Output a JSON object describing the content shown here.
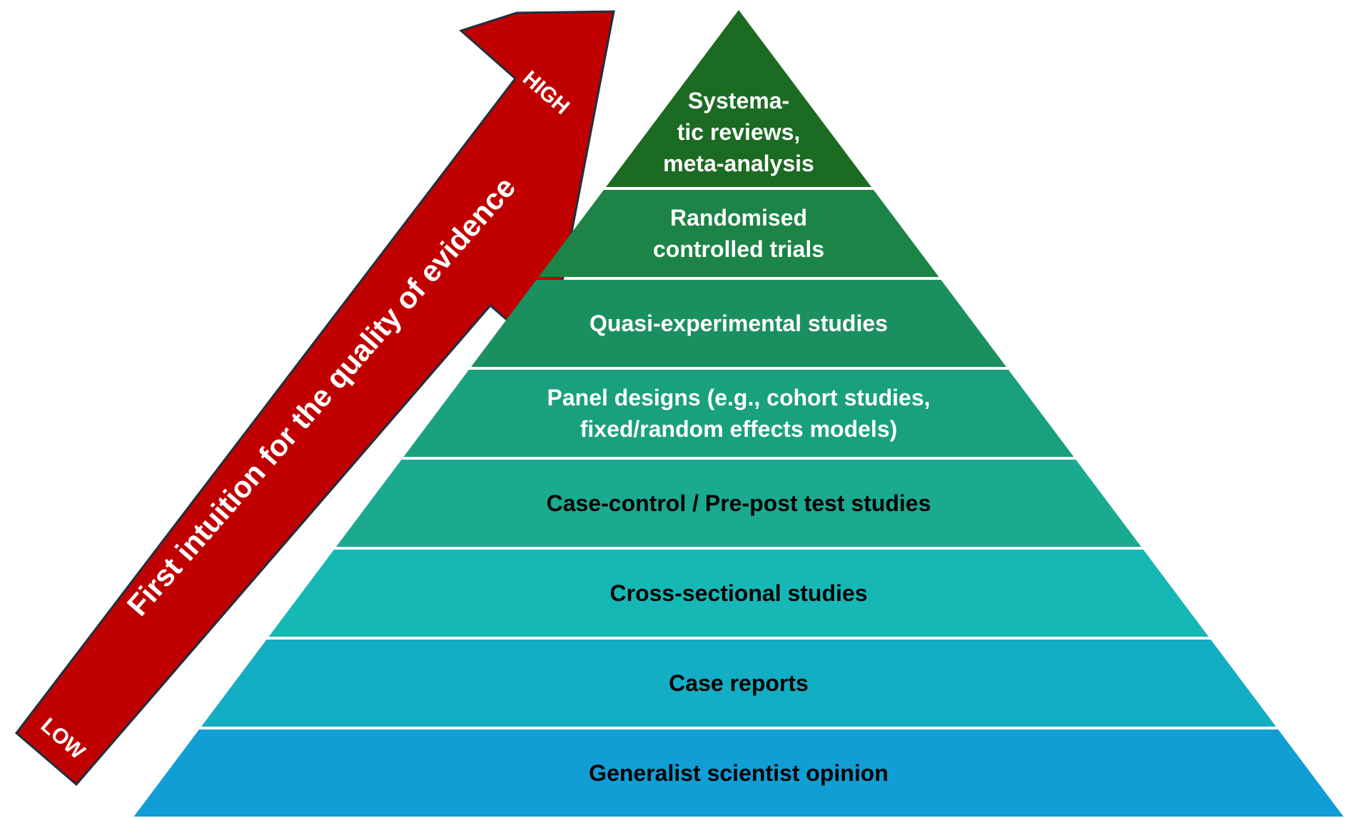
{
  "arrow": {
    "title": "First intuition for the quality of evidence",
    "high_label": "HIGH",
    "low_label": "LOW",
    "fill_color": "#C00000",
    "border_color": "#1F2F3F"
  },
  "pyramid": {
    "tiers": [
      {
        "lines": [
          "Systema-",
          "tic reviews,",
          "meta-analysis"
        ],
        "color": "#1B6B22",
        "text_color": "#ffffff"
      },
      {
        "lines": [
          "Randomised",
          "controlled trials"
        ],
        "color": "#1C8446",
        "text_color": "#ffffff"
      },
      {
        "lines": [
          "Quasi-experimental studies"
        ],
        "color": "#1A9060",
        "text_color": "#ffffff"
      },
      {
        "lines": [
          "Panel designs (e.g., cohort studies,",
          "fixed/random effects models)"
        ],
        "color": "#19A07C",
        "text_color": "#ffffff"
      },
      {
        "lines": [
          "Case-control / Pre-post test studies"
        ],
        "color": "#19AA90",
        "text_color": "#000000"
      },
      {
        "lines": [
          "Cross-sectional studies"
        ],
        "color": "#16B8B6",
        "text_color": "#000000"
      },
      {
        "lines": [
          "Case reports"
        ],
        "color": "#13ADC4",
        "text_color": "#000000"
      },
      {
        "lines": [
          "Generalist scientist opinion"
        ],
        "color": "#119ED4",
        "text_color": "#000000"
      }
    ]
  }
}
